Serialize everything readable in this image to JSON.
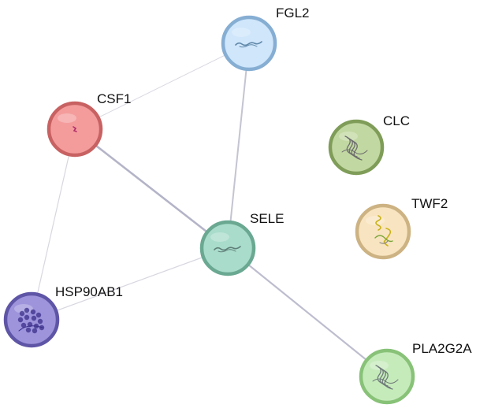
{
  "network": {
    "nodes": [
      {
        "id": "FGL2",
        "label": "FGL2",
        "fill": "#cfe6fb",
        "stroke": "#86aed3",
        "structure": "strand"
      },
      {
        "id": "CSF1",
        "label": "CSF1",
        "fill": "#f49c9c",
        "stroke": "#c86262",
        "structure": "tiny"
      },
      {
        "id": "CLC",
        "label": "CLC",
        "fill": "#c2d8a2",
        "stroke": "#7f9d58",
        "structure": "fold"
      },
      {
        "id": "TWF2",
        "label": "TWF2",
        "fill": "#f8e4c0",
        "stroke": "#cdb383",
        "structure": "helix"
      },
      {
        "id": "SELE",
        "label": "SELE",
        "fill": "#a9dccb",
        "stroke": "#6aa892",
        "structure": "strand"
      },
      {
        "id": "HSP90AB1",
        "label": "HSP90AB1",
        "fill": "#9d94dc",
        "stroke": "#5f55a6",
        "structure": "cluster"
      },
      {
        "id": "PLA2G2A",
        "label": "PLA2G2A",
        "fill": "#c6ebbb",
        "stroke": "#88c278",
        "structure": "fold"
      }
    ],
    "edges": [
      {
        "source": "CSF1",
        "target": "FGL2",
        "color": "#d9d9e2",
        "weight": 1
      },
      {
        "source": "FGL2",
        "target": "SELE",
        "color": "#c4c4d2",
        "weight": 2
      },
      {
        "source": "CSF1",
        "target": "SELE",
        "color": "#b4b4c8",
        "weight": 2.6
      },
      {
        "source": "CSF1",
        "target": "HSP90AB1",
        "color": "#d7d7e0",
        "weight": 1.2
      },
      {
        "source": "HSP90AB1",
        "target": "SELE",
        "color": "#d7d7e0",
        "weight": 1.2
      },
      {
        "source": "SELE",
        "target": "PLA2G2A",
        "color": "#bdbdcf",
        "weight": 2.2
      }
    ]
  }
}
